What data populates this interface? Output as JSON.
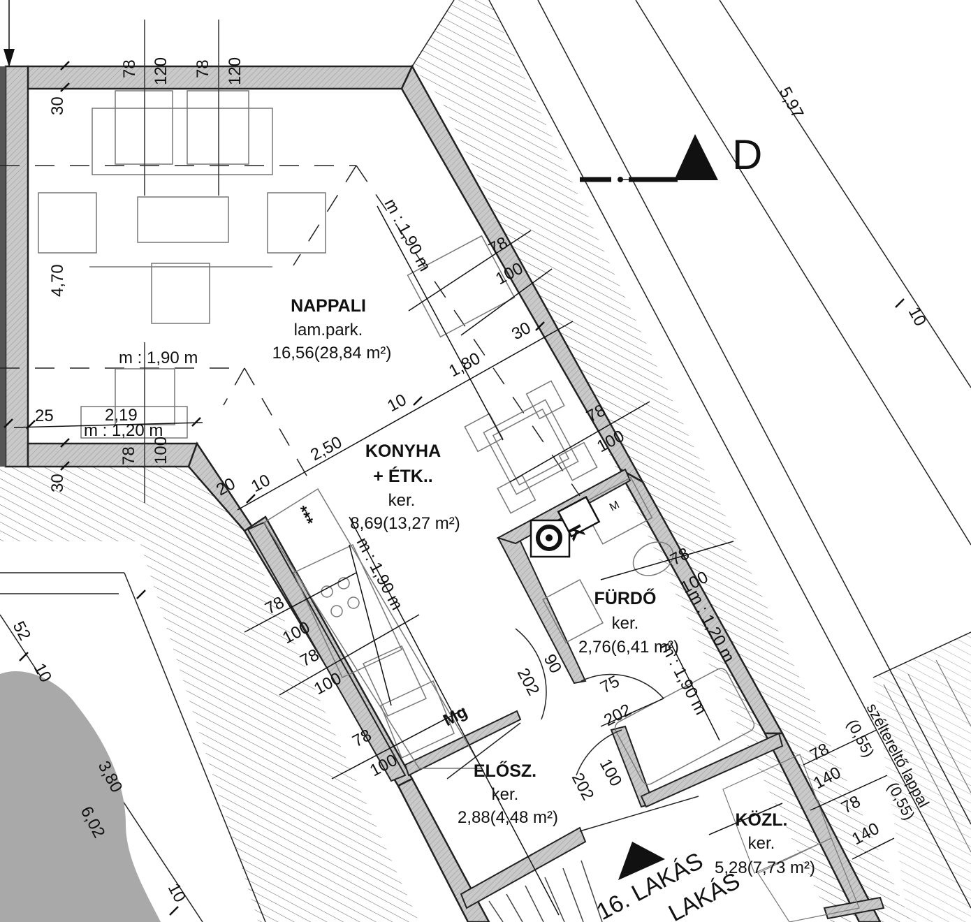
{
  "rooms": {
    "nappali": {
      "name": "NAPPALI",
      "floor": "lam.park.",
      "area": "16,56(28,84 m²)"
    },
    "konyha": {
      "name1": "KONYHA",
      "name2": "+ ÉTK..",
      "floor": "ker.",
      "area": "8,69(13,27 m²)"
    },
    "furdo": {
      "name": "FÜRDŐ",
      "floor": "ker.",
      "area": "2,76(6,41 m²)"
    },
    "eloszoba": {
      "name": "ELŐSZ.",
      "floor": "ker.",
      "area": "2,88(4,48 m²)"
    },
    "kozlekedo": {
      "name": "KÖZL.",
      "floor": "ker.",
      "area": "5,28(7,73 m²)"
    }
  },
  "section_mark": {
    "letter": "D"
  },
  "unit_label": "16. LAKÁS",
  "unit_label_2": "LAKÁS",
  "legend_chimney": "K",
  "legend_meter": "Mg",
  "legend_stars": "***",
  "kitchen_m": "M",
  "roof_note": {
    "line1": "széltereltő lappal",
    "line2": "(0,55)",
    "line3": "(0,55)"
  },
  "heights": {
    "h1": "m : 1,90 m",
    "h2": "m : 1,90 m",
    "h3": "m : 1,90 m",
    "h4": "m : 1,20 m",
    "h5": "m : 1,20 m",
    "h6": "m : 1,90 m"
  },
  "dims": {
    "d78a": "78",
    "d120a": "120",
    "d78b": "78",
    "d120b": "120",
    "d30a": "30",
    "d470": "4,70",
    "d25": "25",
    "d219": "2,19",
    "d78c": "78",
    "d100c": "100",
    "d30b": "30",
    "d20": "20",
    "d10a": "10",
    "d250": "2,50",
    "d10b": "10",
    "d180": "1,80",
    "d30c": "30",
    "d78d": "78",
    "d100d": "100",
    "d78e": "78",
    "d100e": "100",
    "d78f": "78",
    "d100f": "100",
    "d78g": "78",
    "d100g": "100",
    "d78h": "78",
    "d100h": "100",
    "d78i": "78",
    "d100i": "100",
    "d202a": "202",
    "d90": "90",
    "d75": "75",
    "d202b": "202",
    "d100j": "100",
    "d202c": "202",
    "d78k": "78",
    "d140a": "140",
    "d78l": "78",
    "d140b": "140",
    "d597": "5,97",
    "d10c": "10",
    "d52": "52",
    "d10d": "10",
    "d380": "3,80",
    "d602": "6,02",
    "d10e": "10"
  }
}
